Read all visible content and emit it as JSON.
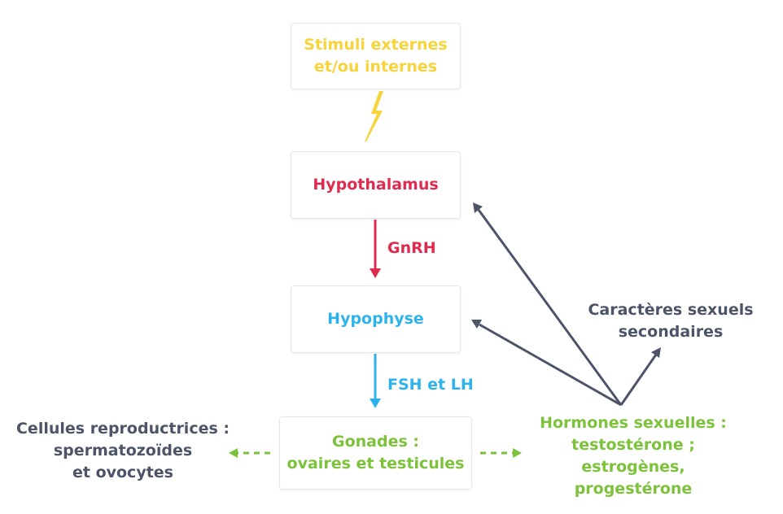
{
  "colors": {
    "stimuli": "#f7d43a",
    "hypothalamus": "#e02a4f",
    "hypophyse": "#2db3ec",
    "gonades": "#7cc23a",
    "neutral": "#4c5468"
  },
  "nodes": {
    "stimuli": {
      "line1": "Stimuli externes",
      "line2": "et/ou internes"
    },
    "hypothalamus": {
      "text": "Hypothalamus"
    },
    "hypophyse": {
      "text": "Hypophyse"
    },
    "gonades": {
      "line1": "Gonades :",
      "line2": "ovaires et testicules"
    }
  },
  "arrows": {
    "gnrh": "GnRH",
    "fsh_lh": "FSH et LH"
  },
  "outputs": {
    "cellules": {
      "line1": "Cellules reproductrices :",
      "line2": "spermatozoïdes",
      "line3": "et ovocytes"
    },
    "hormones": {
      "line1": "Hormones sexuelles :",
      "line2": "testostérone ;",
      "line3": "estrogènes,",
      "line4": "progestérone"
    },
    "caracteres": {
      "line1": "Caractères sexuels",
      "line2": "secondaires"
    }
  },
  "icons": {
    "stimulus": "lightning-bolt-icon"
  }
}
